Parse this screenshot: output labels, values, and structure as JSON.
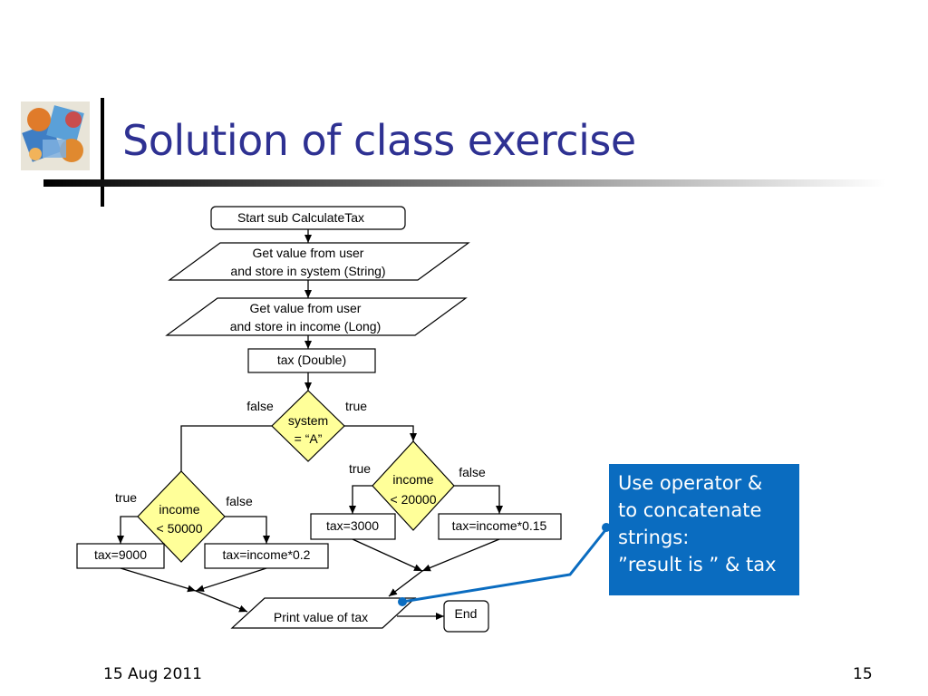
{
  "slide": {
    "title": "Solution of class exercise",
    "date": "15 Aug 2011",
    "page_number": "15"
  },
  "flowchart": {
    "start": "Start sub CalculateTax",
    "input_system": [
      "Get value from user",
      "and store in system (String)"
    ],
    "input_income": [
      "Get value from user",
      "and store in income (Long)"
    ],
    "declare_tax": "tax (Double)",
    "decision_system": {
      "text": [
        "system",
        "= “A”"
      ],
      "false_label": "false",
      "true_label": "true"
    },
    "decision_income_20000": {
      "text": [
        "income",
        "< 20000"
      ],
      "true_label": "true",
      "false_label": "false"
    },
    "decision_income_50000": {
      "text": [
        "income",
        "< 50000"
      ],
      "true_label": "true",
      "false_label": "false"
    },
    "assign_3000": "tax=3000",
    "assign_income_015": "tax=income*0.15",
    "assign_9000": "tax=9000",
    "assign_income_02": "tax=income*0.2",
    "output": "Print value of tax",
    "end": "End"
  },
  "callout": {
    "lines": [
      "Use operator &",
      "to concatenate",
      "strings:",
      "”result is ” & tax"
    ]
  },
  "colors": {
    "title": "#2e3192",
    "decision_fill": "#ffff99",
    "callout_bg": "#0a6cc0",
    "connector": "#0a6cc0"
  }
}
